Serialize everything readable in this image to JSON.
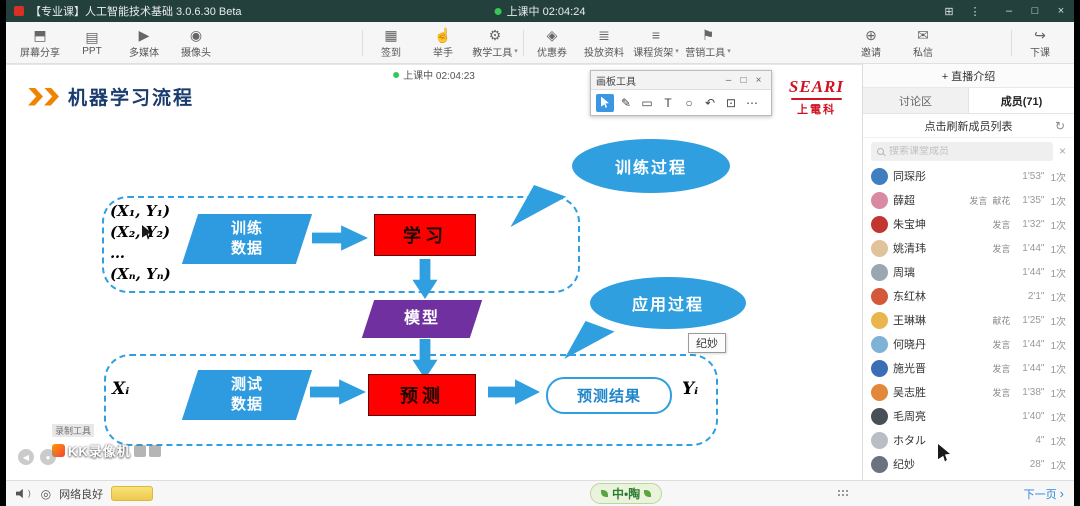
{
  "window": {
    "title": "【专业课】人工智能技术基础 3.0.6.30 Beta",
    "class_status": "上课中 02:04:24"
  },
  "toolbar": {
    "screen_share": "屏幕分享",
    "ppt": "PPT",
    "multimedia": "多媒体",
    "camera": "摄像头",
    "sign_in": "签到",
    "raise_hand": "举手",
    "teaching_tools": "教学工具",
    "coupon": "优惠券",
    "materials": "投放资料",
    "course_shelf": "课程货架",
    "marketing_tools": "营销工具",
    "invite": "邀请",
    "private_msg": "私信",
    "end_class": "下课"
  },
  "slide": {
    "timer": "上课中 02:04:23",
    "title": "机器学习流程",
    "logo_line1": "SEARI",
    "logo_line2": "上電科",
    "inputs": [
      "(X₁, Y₁)",
      "(X₂, Y₂)",
      "…",
      "(Xₙ, Yₙ)"
    ],
    "train_data": "训练数据",
    "learn": "学习",
    "model": "模型",
    "train_bubble": "训练过程",
    "apply_bubble": "应用过程",
    "test_input": "Xᵢ",
    "test_data": "测试数据",
    "predict": "预测",
    "predict_result": "预测结果",
    "test_output": "Yᵢ",
    "tooltip": "纪妙",
    "watermark_line1": "录制工具",
    "watermark_line2": "KK录像机"
  },
  "whiteboard": {
    "title": "画板工具"
  },
  "sidebar": {
    "intro": "+ 直播介绍",
    "tab_discussion": "讨论区",
    "tab_members": "成员(71)",
    "refresh": "点击刷新成员列表",
    "search_placeholder": "搜索课堂成员",
    "members": [
      {
        "name": "同琛彤",
        "badges": [],
        "time": "1'53\"",
        "count": "1次",
        "color": "#3f7fbf"
      },
      {
        "name": "薛超",
        "badges": [
          "发言",
          "献花"
        ],
        "time": "1'35\"",
        "count": "1次",
        "color": "#d98aa3"
      },
      {
        "name": "朱宝坤",
        "badges": [
          "发言"
        ],
        "time": "1'32\"",
        "count": "1次",
        "color": "#c23531"
      },
      {
        "name": "姚清玮",
        "badges": [
          "发言"
        ],
        "time": "1'44\"",
        "count": "1次",
        "color": "#e0c39a"
      },
      {
        "name": "周璃",
        "badges": [],
        "time": "1'44\"",
        "count": "1次",
        "color": "#9aa7b0"
      },
      {
        "name": "东红林",
        "badges": [],
        "time": "2'1\"",
        "count": "1次",
        "color": "#d4593b"
      },
      {
        "name": "王琳琳",
        "badges": [
          "献花"
        ],
        "time": "1'25\"",
        "count": "1次",
        "color": "#e8b64c"
      },
      {
        "name": "何晓丹",
        "badges": [
          "发言"
        ],
        "time": "1'44\"",
        "count": "1次",
        "color": "#7fb3d5"
      },
      {
        "name": "施光晋",
        "badges": [
          "发言"
        ],
        "time": "1'44\"",
        "count": "1次",
        "color": "#3b6fb5"
      },
      {
        "name": "吴志胜",
        "badges": [
          "发言"
        ],
        "time": "1'38\"",
        "count": "1次",
        "color": "#e2883a"
      },
      {
        "name": "毛周亮",
        "badges": [],
        "time": "1'40\"",
        "count": "1次",
        "color": "#4a4f57"
      },
      {
        "name": "ホタル",
        "badges": [],
        "time": "4\"",
        "count": "1次",
        "color": "#b9bec4"
      },
      {
        "name": "纪妙",
        "badges": [],
        "time": "28\"",
        "count": "1次",
        "color": "#6b7280"
      }
    ]
  },
  "bottombar": {
    "network": "网络良好",
    "brand": "中•陶",
    "next": "下一页"
  },
  "icons": {
    "screen_share": "⬒",
    "ppt": "▤",
    "multimedia": "▶",
    "camera": "◉",
    "sign_in": "▦",
    "raise_hand": "☝",
    "teaching_tools": "⚙",
    "coupon": "◈",
    "materials": "≣",
    "course_shelf": "≡",
    "marketing": "⚑",
    "invite": "⊕",
    "private_msg": "✉",
    "end_class": "↪",
    "caret": "▾",
    "grid": "⊞",
    "kebab": "⋮",
    "minimize": "–",
    "maximize": "□",
    "close": "×",
    "pen": "✎",
    "rect": "▭",
    "text_tool": "T",
    "ellipse": "○",
    "undo": "↶",
    "screen": "⊡",
    "more": "⋯",
    "refresh": "↻",
    "clear": "×",
    "next_chevron": "›",
    "target": "◎",
    "play_prev": "◀",
    "record": "●",
    "sound_wave": ")"
  },
  "colors": {
    "accent_blue": "#2f9fe0",
    "flow_red": "#fe0000",
    "flow_purple": "#7030a0",
    "brand_red": "#cf1322",
    "titlebar": "#24403d"
  }
}
